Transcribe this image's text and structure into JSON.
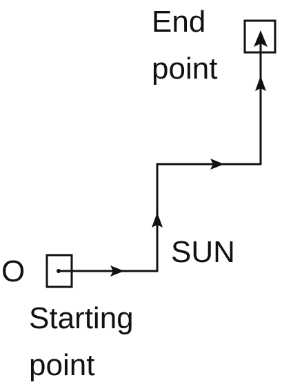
{
  "labels": {
    "end_line1": "End",
    "end_line2": "point",
    "sun": "SUN",
    "origin": "O",
    "start_line1": "Starting",
    "start_line2": "point"
  },
  "colors": {
    "ink": "#111111",
    "background": "#ffffff"
  },
  "icons": {
    "start_marker": "square-with-dot",
    "end_marker": "square-with-arrow",
    "direction": "arrowhead"
  }
}
